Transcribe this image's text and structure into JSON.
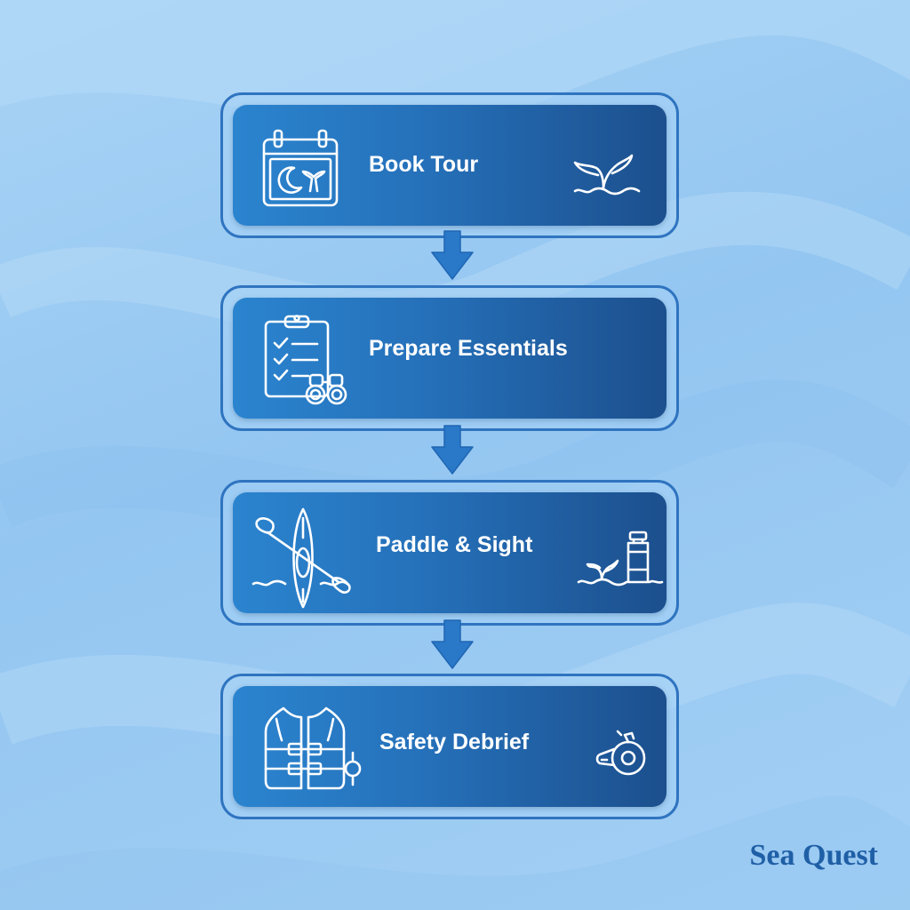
{
  "colors": {
    "background": "#9ccbf3",
    "card_start": "#2b84cf",
    "card_end": "#1c4f8d",
    "card_border": "#2f74c0",
    "arrow": "#2a78c8",
    "brand": "#1f5fa6",
    "text": "#ffffff"
  },
  "steps": [
    {
      "label": "Book Tour",
      "icon_left": "calendar-moon-whale-tail-icon",
      "icon_right": "whale-tail-waves-icon"
    },
    {
      "label": "Prepare Essentials",
      "icon_left": "checklist-clipboard-binoculars-icon"
    },
    {
      "label": "Paddle & Sight",
      "icon_left": "kayak-paddle-icon",
      "icon_right": "water-bottle-whale-tail-icon"
    },
    {
      "label": "Safety Debrief",
      "icon_left": "life-vest-icon",
      "icon_right": "whistle-icon"
    }
  ],
  "connector_icon": "arrow-down-icon",
  "brand": "Sea Quest"
}
